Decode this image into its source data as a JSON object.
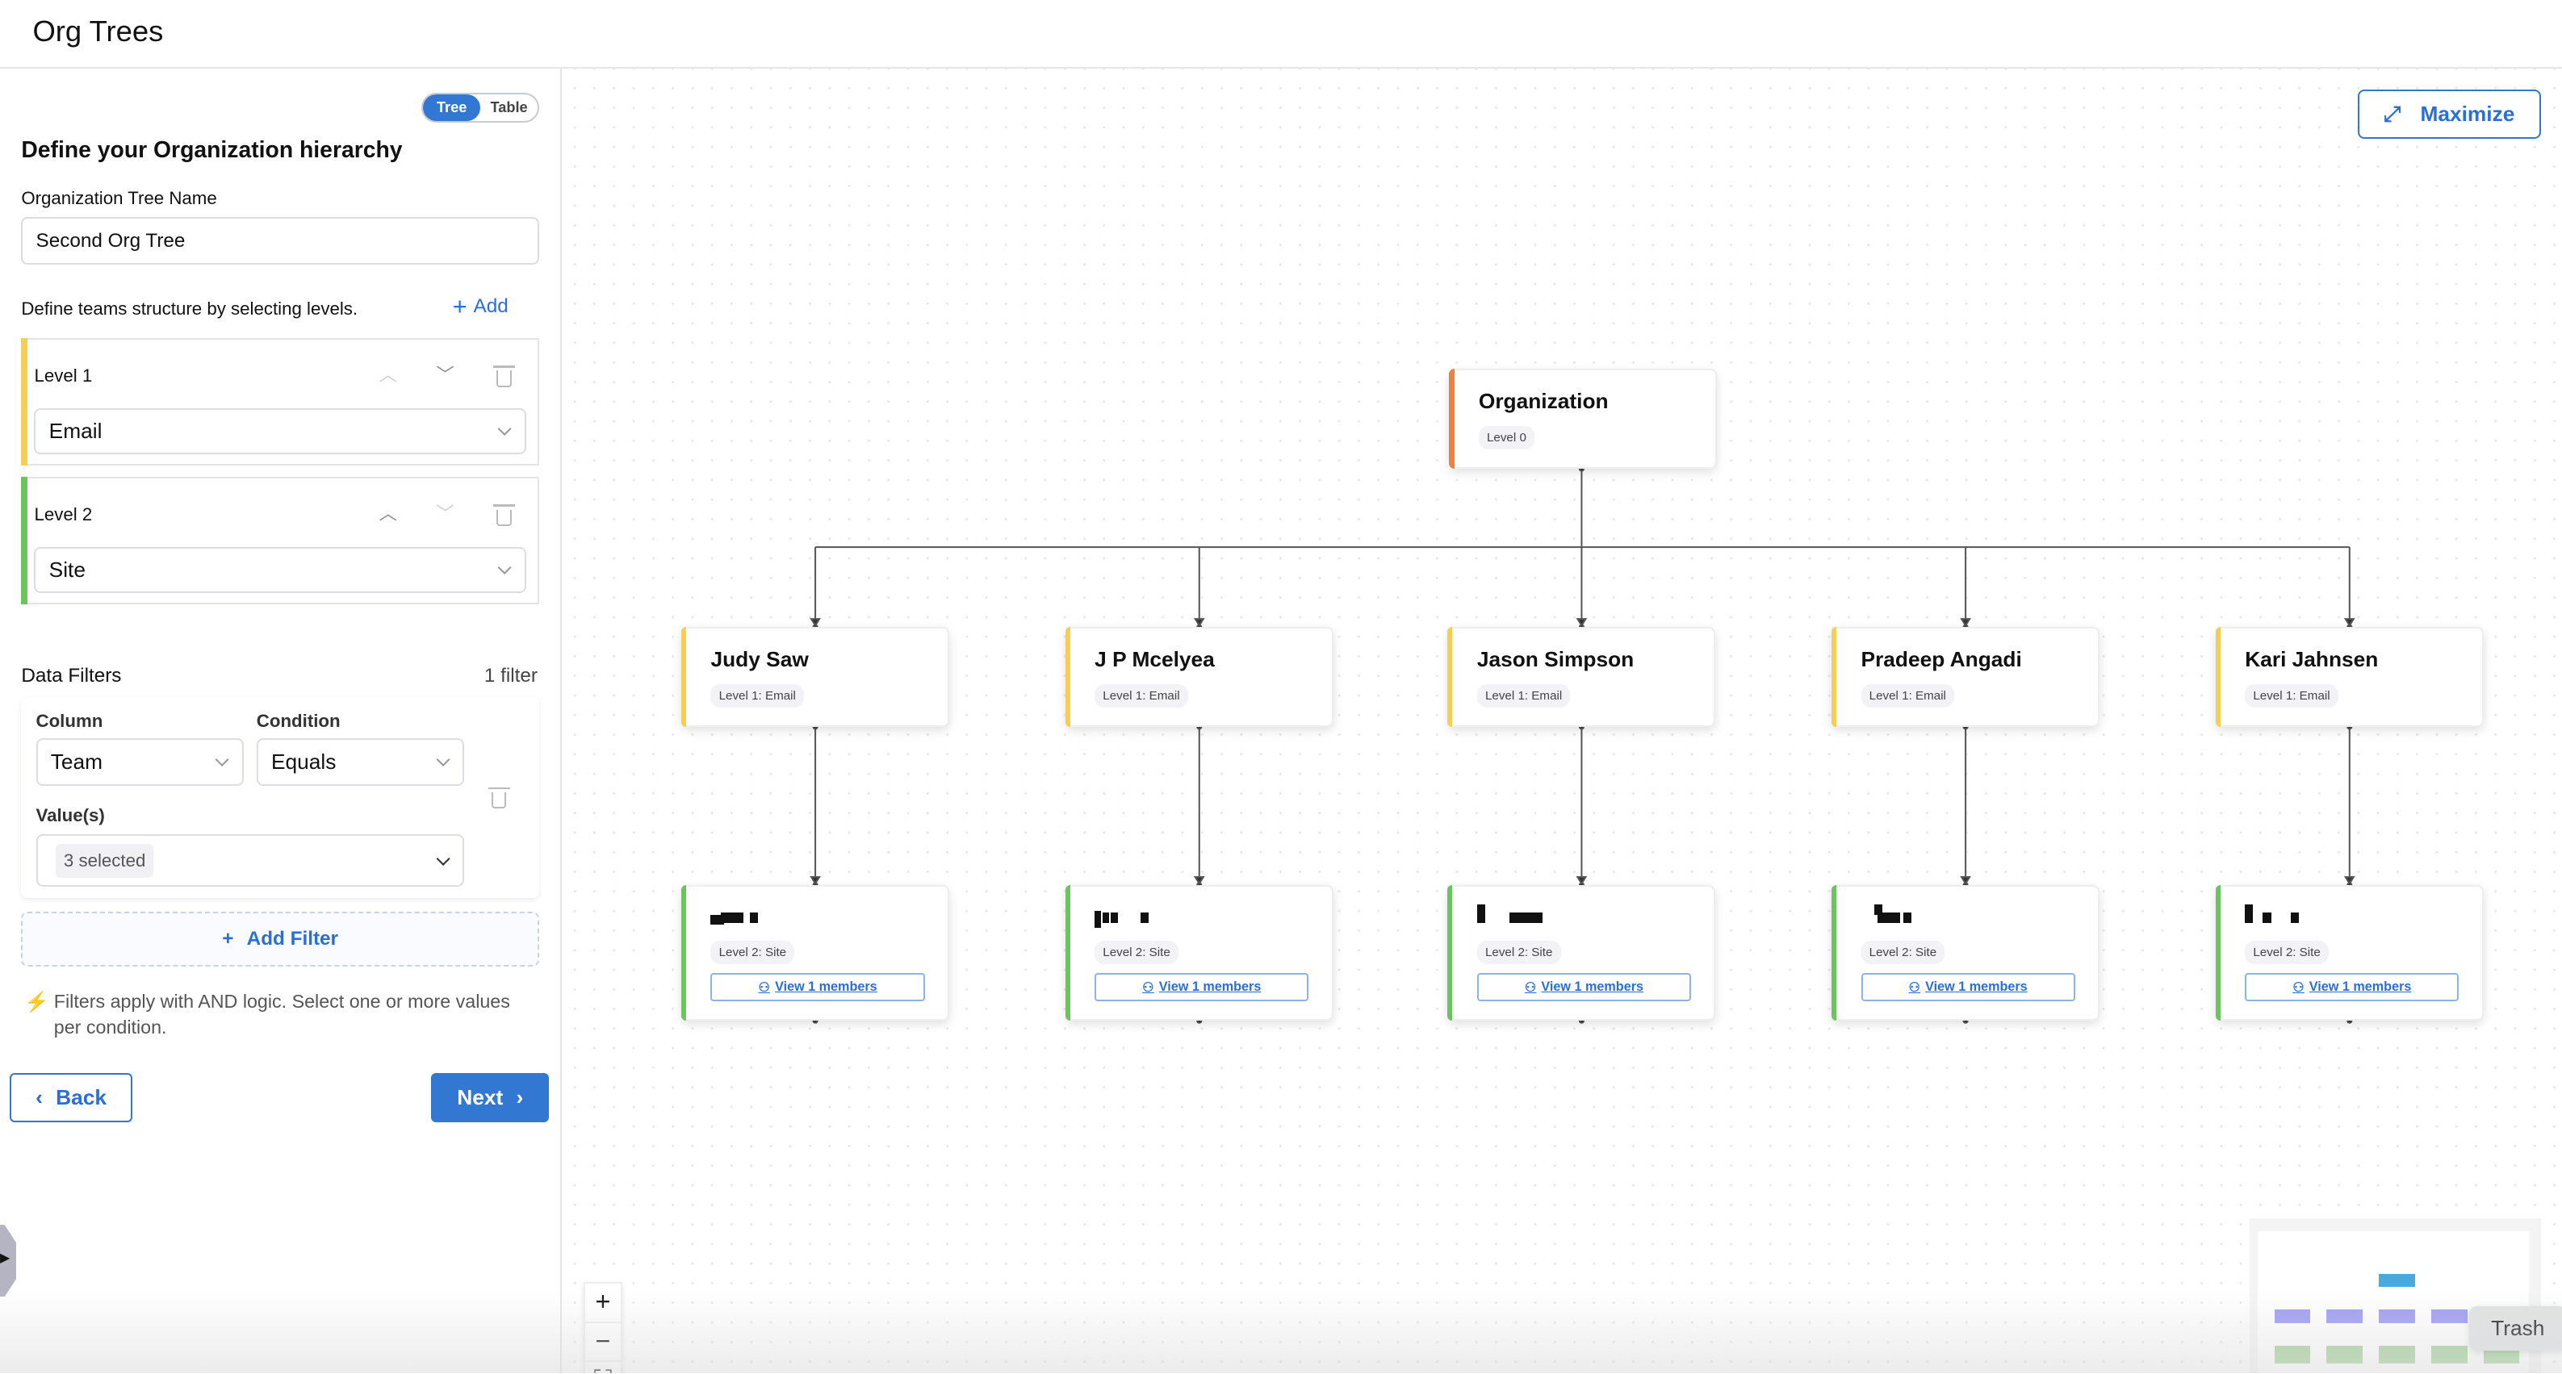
{
  "app": {
    "title": "Org Trees"
  },
  "sidebar": {
    "view_toggle": {
      "options": [
        "Tree",
        "Table"
      ],
      "selected": "Tree"
    },
    "heading": "Define your Organization hierarchy",
    "tree_name": {
      "label": "Organization Tree Name",
      "value": "Second Org Tree"
    },
    "levels_hint": "Define teams structure by selecting levels.",
    "add_label": "Add",
    "levels": [
      {
        "label": "Level 1",
        "value": "Email",
        "color": "#f5cf55"
      },
      {
        "label": "Level 2",
        "value": "Site",
        "color": "#6cc461"
      }
    ],
    "filters": {
      "title": "Data Filters",
      "count": "1 filter",
      "column_label": "Column",
      "column_value": "Team",
      "condition_label": "Condition",
      "condition_value": "Equals",
      "values_label": "Value(s)",
      "values_chip": "3 selected",
      "add_filter": "Add Filter",
      "note": "Filters apply with AND logic. Select one or more values per condition."
    },
    "back": "Back",
    "next": "Next"
  },
  "canvas": {
    "maximize": "Maximize",
    "root": {
      "name": "Organization",
      "badge": "Level 0",
      "color": "#f0803c"
    },
    "level1": [
      {
        "name": "Judy Saw",
        "badge": "Level 1: Email"
      },
      {
        "name": "J P Mcelyea",
        "badge": "Level 1: Email"
      },
      {
        "name": "Jason Simpson",
        "badge": "Level 1: Email"
      },
      {
        "name": "Pradeep Angadi",
        "badge": "Level 1: Email"
      },
      {
        "name": "Kari Jahnsen",
        "badge": "Level 1: Email"
      }
    ],
    "level2": [
      {
        "badge": "Level 2: Site",
        "action": "View 1 members"
      },
      {
        "badge": "Level 2: Site",
        "action": "View 1 members"
      },
      {
        "badge": "Level 2: Site",
        "action": "View 1 members"
      },
      {
        "badge": "Level 2: Site",
        "action": "View 1 members"
      },
      {
        "badge": "Level 2: Site",
        "action": "View 1 members"
      }
    ],
    "zoom_in": "+",
    "zoom_out": "−",
    "tooltip": "Trash",
    "accent": "#3277d1"
  }
}
